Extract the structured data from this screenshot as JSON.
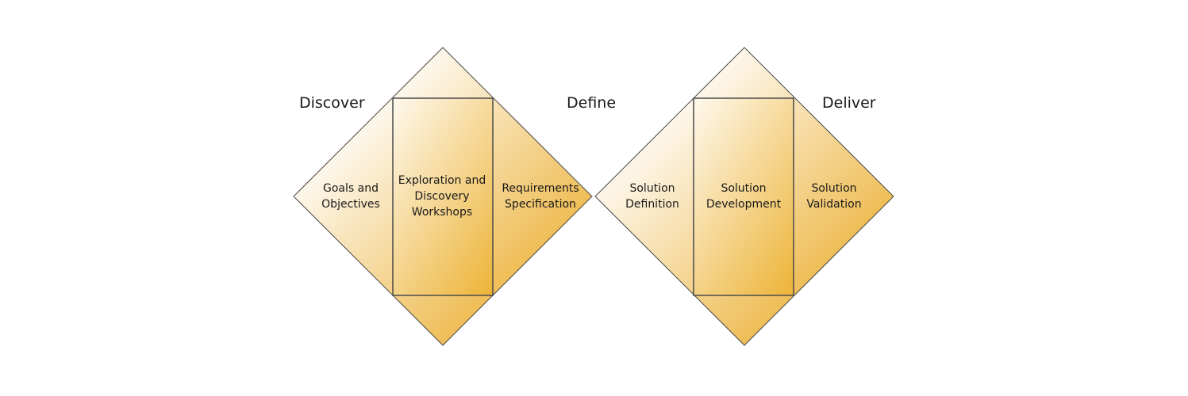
{
  "phases": {
    "discover": "Discover",
    "define": "Define",
    "deliver": "Deliver"
  },
  "stages": {
    "goals": "Goals and\nObjectives",
    "exploration": "Exploration and\nDiscovery\nWorkshops",
    "requirements": "Requirements\nSpecification",
    "solution_definition": "Solution\nDefinition",
    "solution_development": "Solution\nDevelopment",
    "solution_validation": "Solution\nValidation"
  },
  "colors": {
    "fill_light": "#ffffff",
    "fill_dark": "#e8a10e",
    "outline": "#4a4a4a"
  }
}
